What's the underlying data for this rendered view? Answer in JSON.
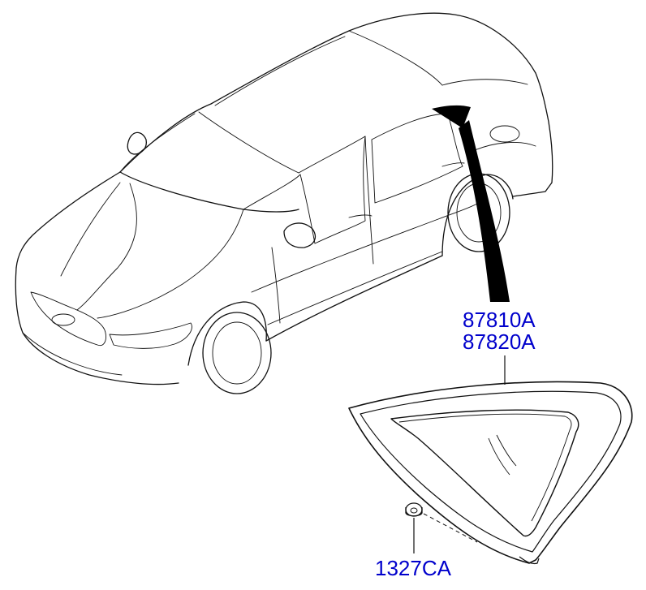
{
  "labels": {
    "glass_part_1": "87810A",
    "glass_part_2": "87820A",
    "clip_part": "1327CA"
  },
  "icons": {
    "vehicle": "car-outline-icon",
    "glass": "quarter-glass-icon",
    "clip": "clip-icon",
    "pointer": "location-arrow-icon"
  },
  "colors": {
    "label": "#0000cc",
    "line": "#111111",
    "highlight": "#000000",
    "background": "#ffffff"
  }
}
